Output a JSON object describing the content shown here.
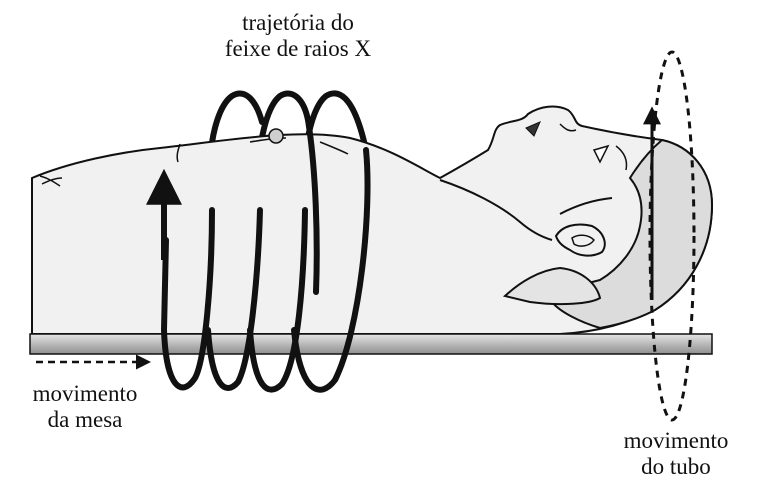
{
  "labels": {
    "beam_path": [
      "trajetória do",
      "feixe de raios X"
    ],
    "table_movement": [
      "movimento",
      "da mesa"
    ],
    "tube_movement": [
      "movimento",
      "do tubo"
    ]
  },
  "colors": {
    "ink": "#111111",
    "body_fill": "#f1f1f1",
    "hair_fill": "#dcdcdc",
    "table_fill": "#bdbdbd",
    "background": "#ffffff"
  }
}
